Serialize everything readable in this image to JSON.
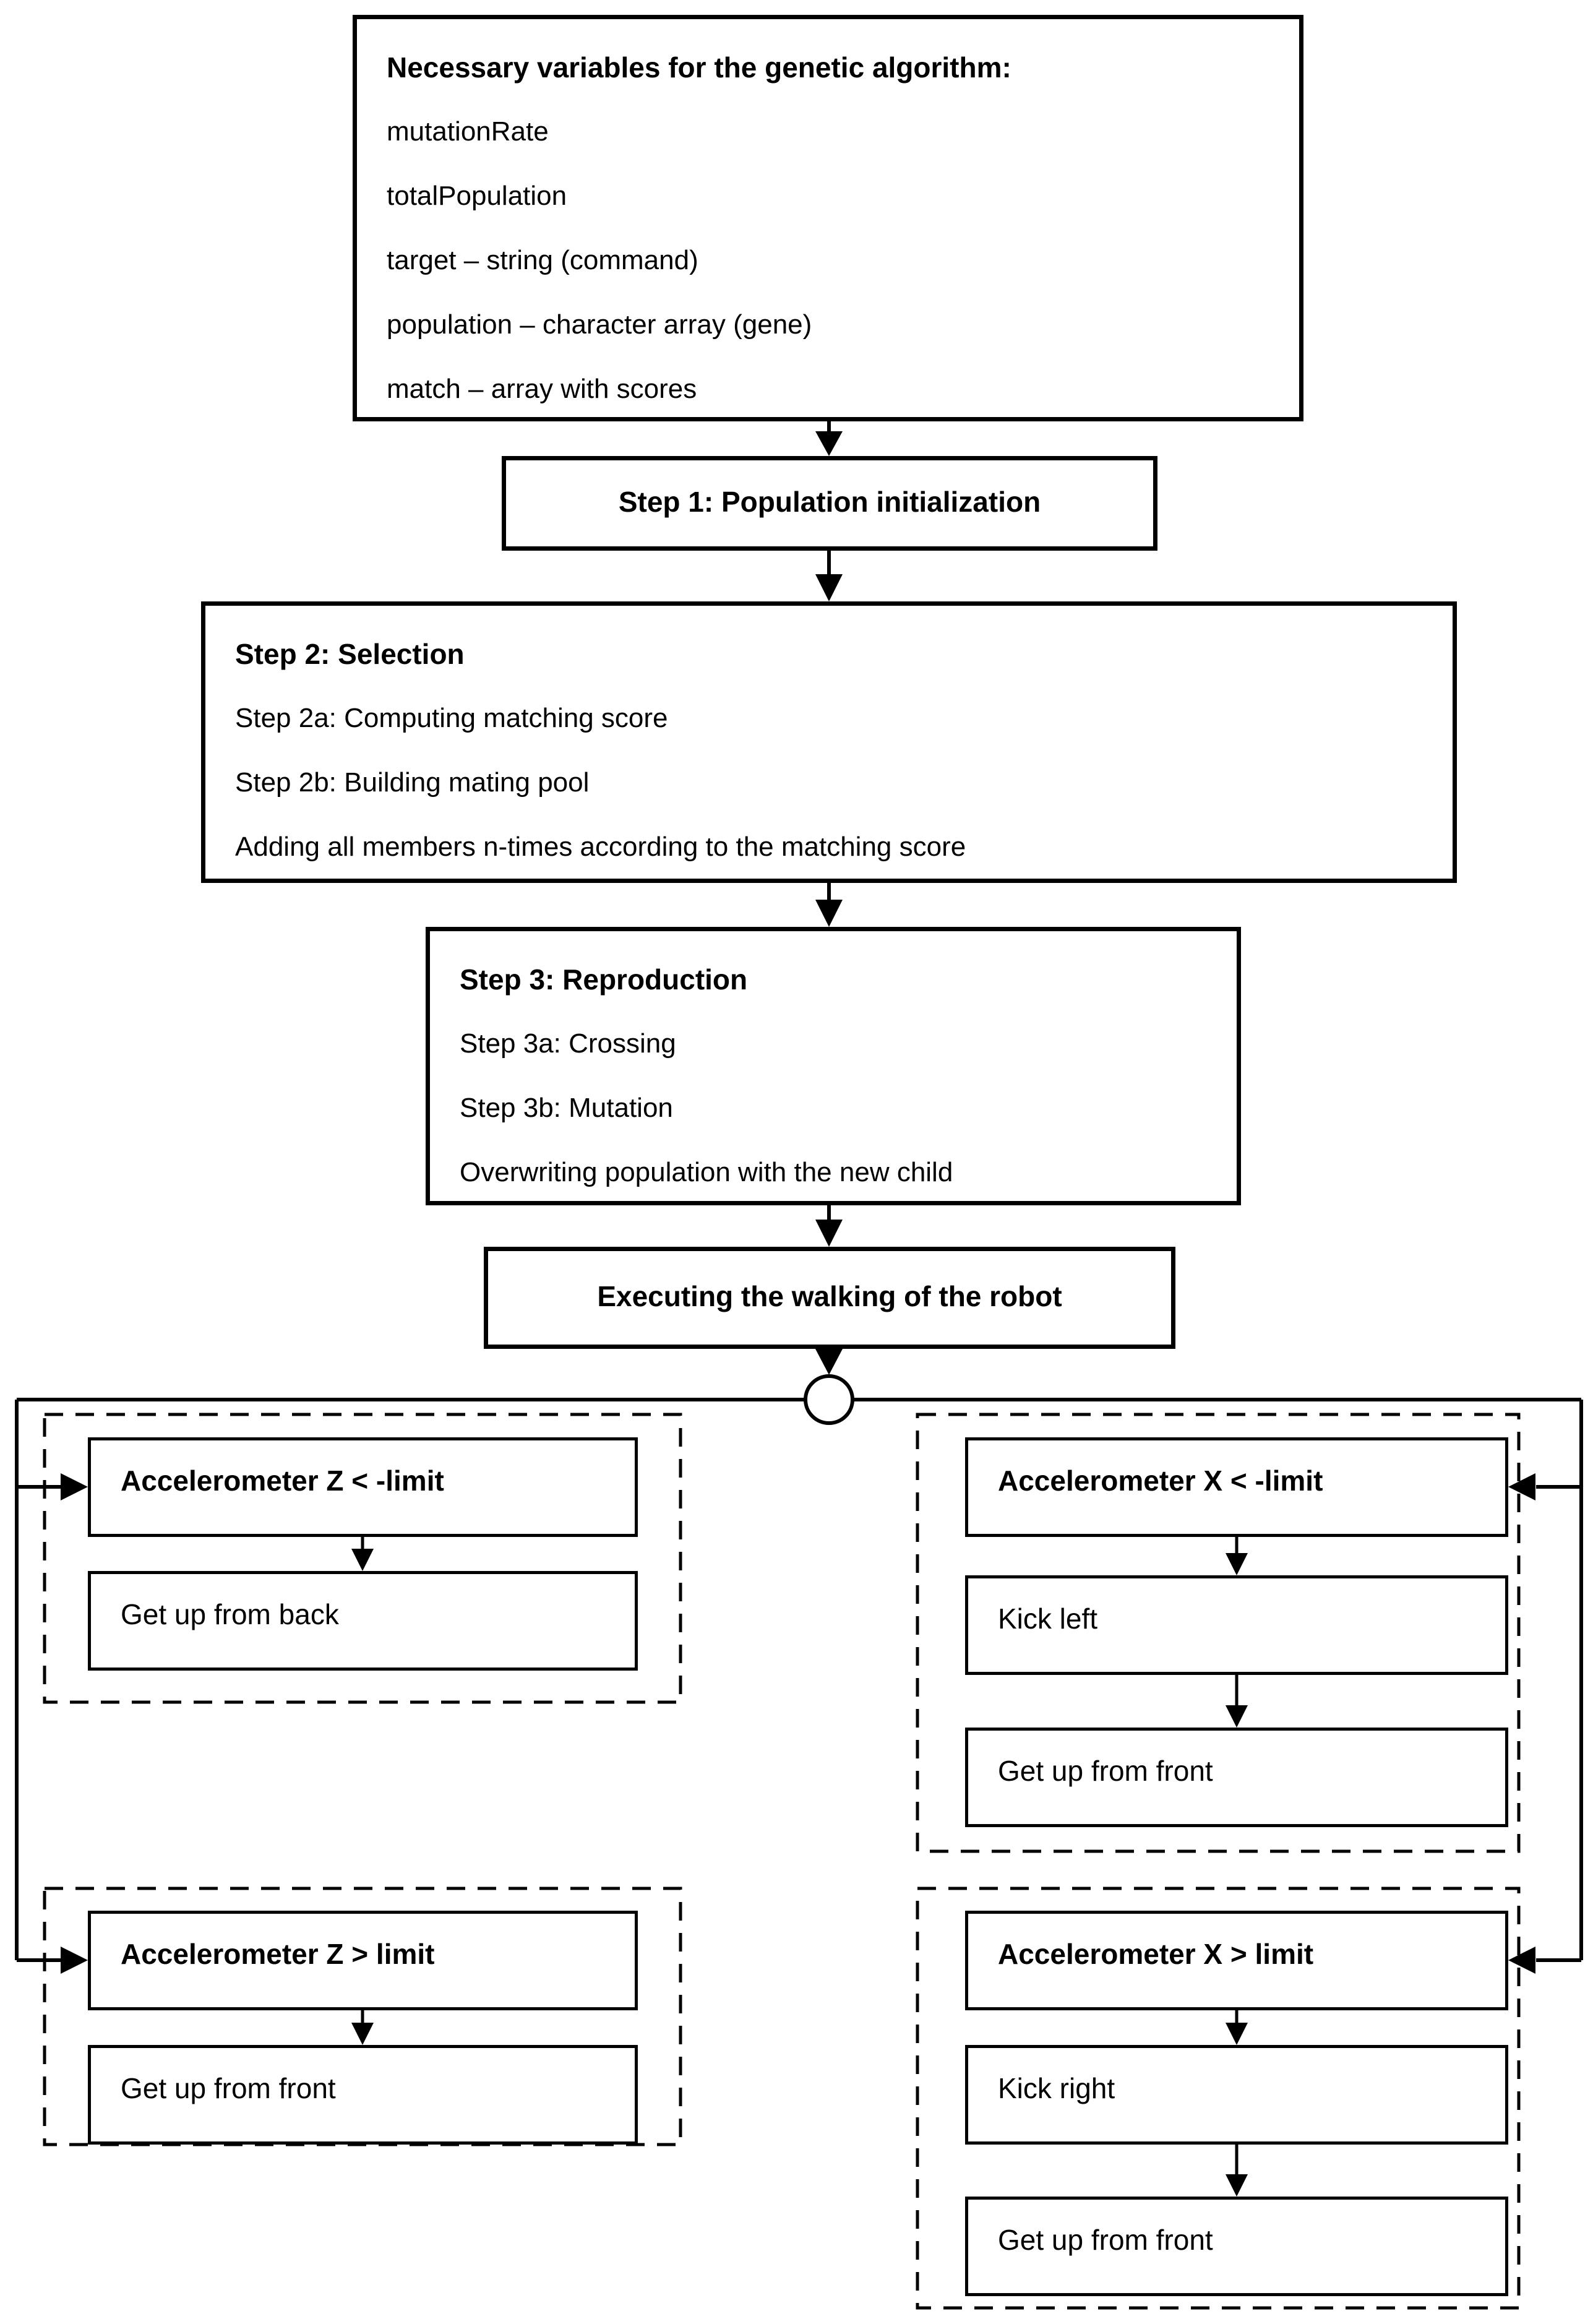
{
  "diagram": {
    "variables": {
      "title": "Necessary variables for the genetic algorithm:",
      "items": [
        "mutationRate",
        "totalPopulation",
        "target – string (command)",
        "population – character array (gene)",
        "match – array with scores"
      ]
    },
    "steps": {
      "step1": {
        "title": "Step 1: Population initialization"
      },
      "step2": {
        "title": "Step 2: Selection",
        "lines": [
          "Step 2a: Computing matching score",
          "Step 2b: Building mating pool",
          "Adding all members n-times according to the matching score"
        ]
      },
      "step3": {
        "title": "Step 3: Reproduction",
        "lines": [
          "Step 3a: Crossing",
          "Step 3b: Mutation",
          "Overwriting population with the new child"
        ]
      }
    },
    "execute": {
      "title": "Executing the walking of the robot"
    },
    "branches": {
      "left_top": {
        "condition": "Accelerometer Z < -limit",
        "actions": [
          "Get up from back"
        ]
      },
      "left_bottom": {
        "condition": "Accelerometer Z > limit",
        "actions": [
          "Get up from front"
        ]
      },
      "right_top": {
        "condition": "Accelerometer X < -limit",
        "actions": [
          "Kick left",
          "Get up from front"
        ]
      },
      "right_bottom": {
        "condition": "Accelerometer X > limit",
        "actions": [
          "Kick right",
          "Get up from front"
        ]
      }
    },
    "colors": {
      "line": "#000000",
      "background": "#ffffff"
    }
  }
}
